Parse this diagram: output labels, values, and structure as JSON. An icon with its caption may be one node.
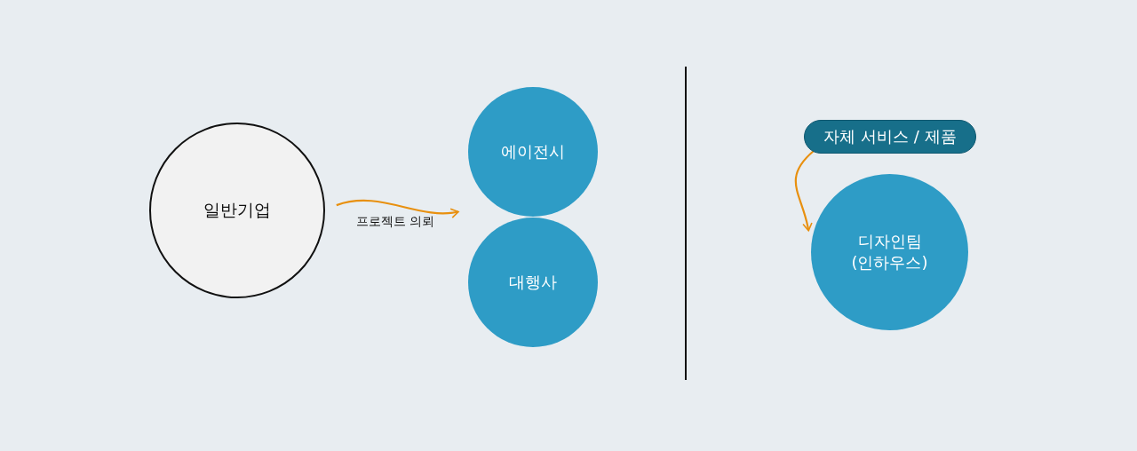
{
  "diagram": {
    "nodes": [
      {
        "text": [
          "일반기업"
        ]
      },
      {
        "text": [
          "에이전시"
        ]
      },
      {
        "text": [
          "대행사"
        ]
      },
      {
        "text": [
          "자체 서비스 / 제품"
        ]
      },
      {
        "text": [
          "디자인팀 (인하우스)"
        ]
      }
    ],
    "edges": [
      {
        "from": 0,
        "to": 1,
        "arrow": "to",
        "label": "프로젝트 의뢰",
        "color": "#e8900f"
      },
      {
        "from": 0,
        "to": 2,
        "arrow": "to",
        "color": "#e8900f"
      },
      {
        "from": 3,
        "to": 4,
        "arrow": "to",
        "color": "#e8900f"
      }
    ]
  }
}
